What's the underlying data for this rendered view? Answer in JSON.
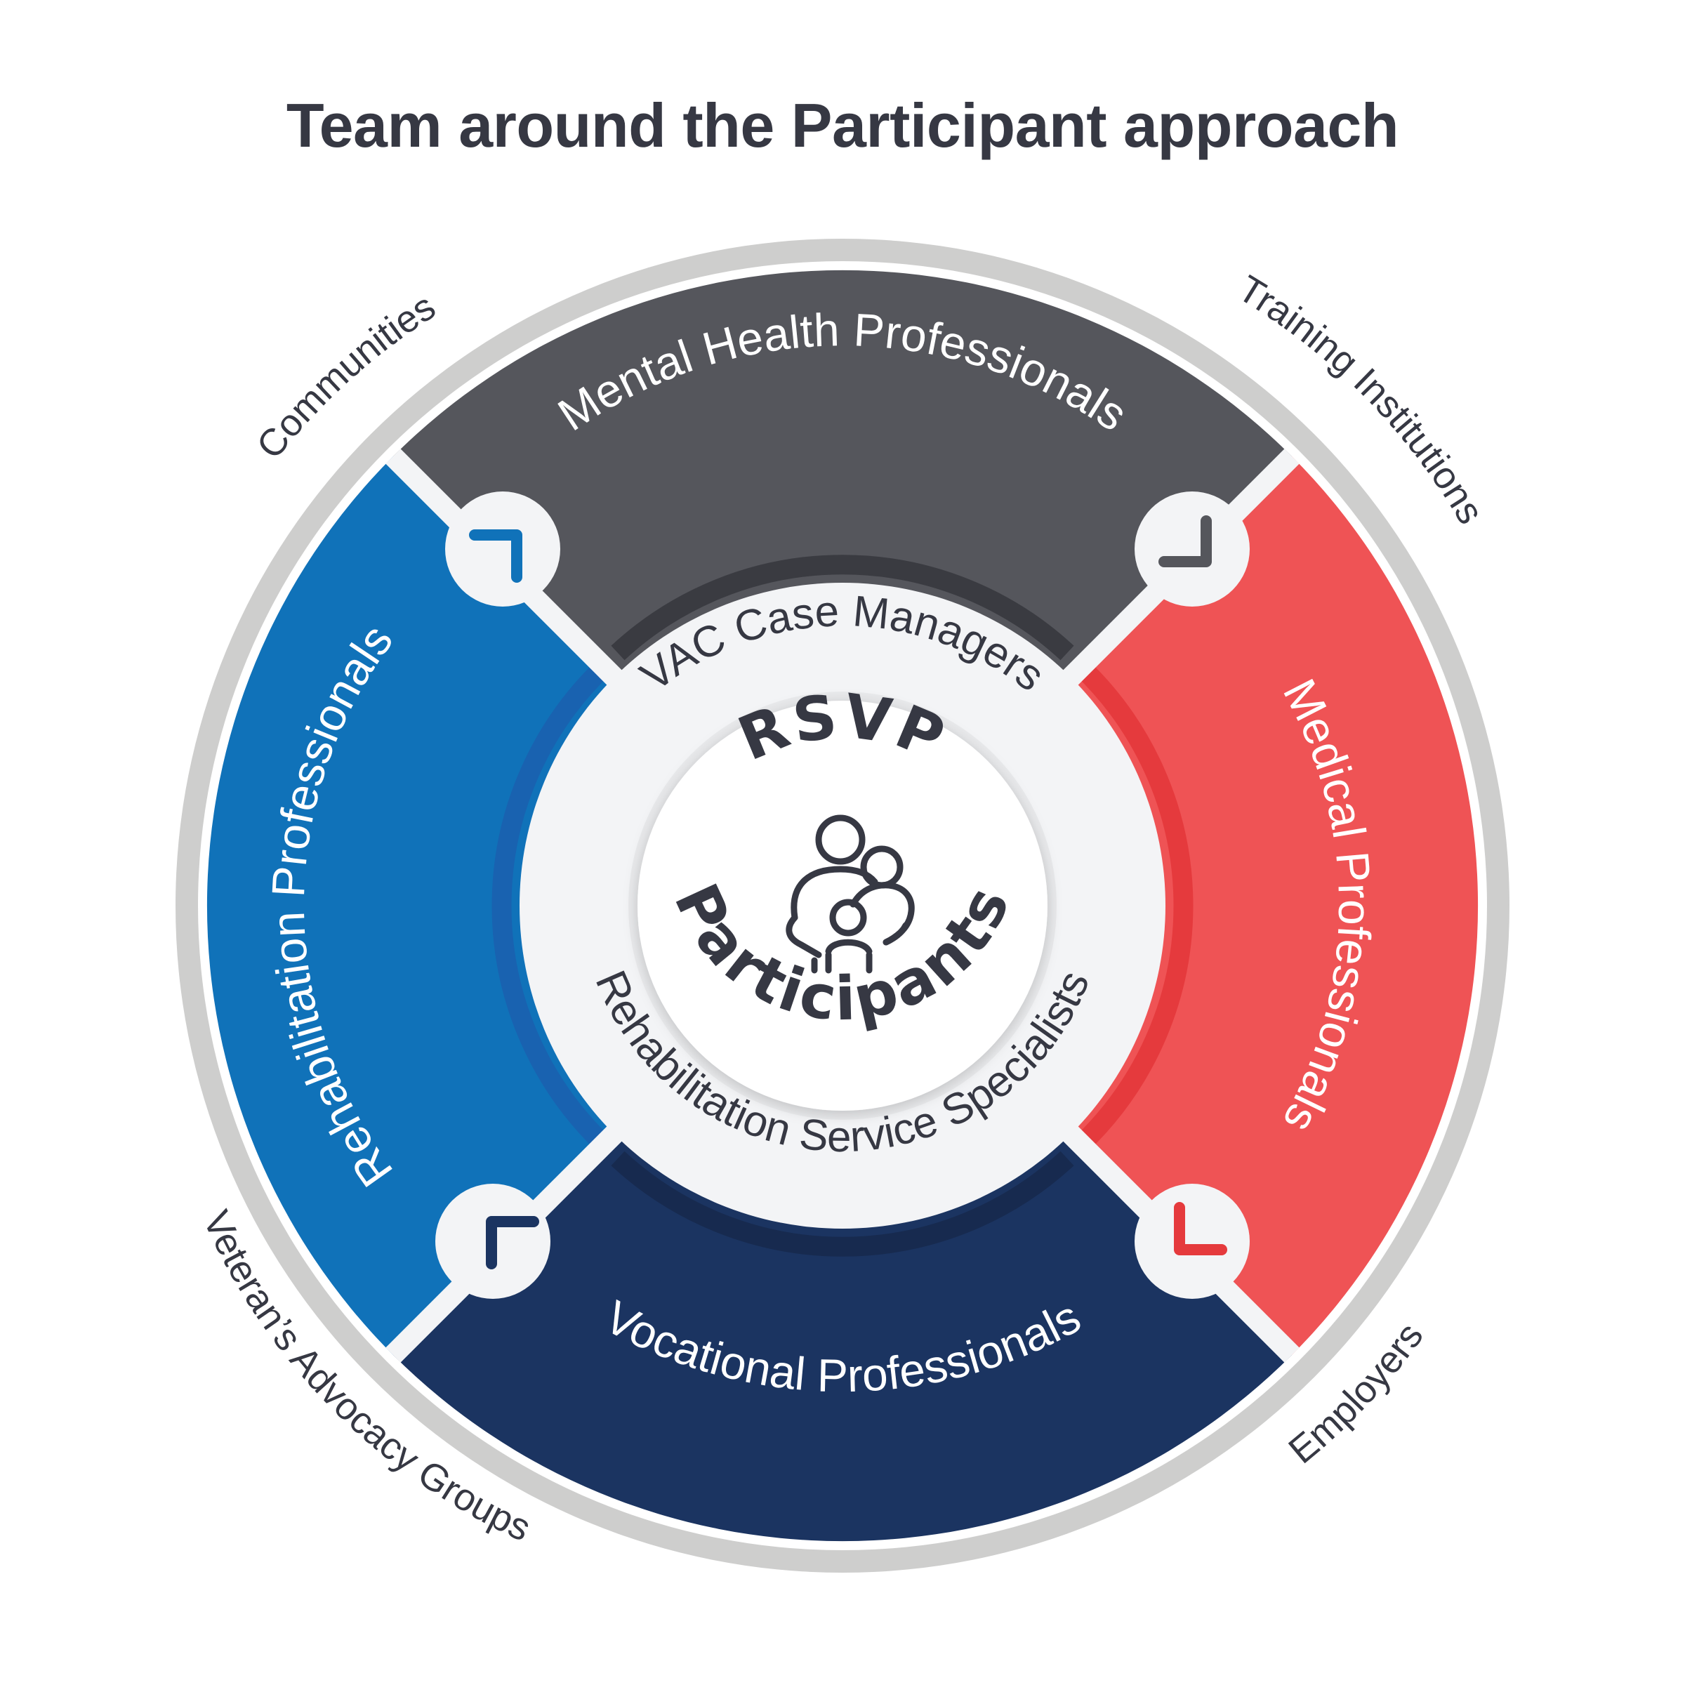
{
  "title": "Team around the Participant approach",
  "segments": {
    "top": {
      "label": "Mental Health Professionals",
      "color": "#55565c"
    },
    "right": {
      "label": "Medical Professionals",
      "color": "#ef5355"
    },
    "bottom": {
      "label": "Vocational Professionals",
      "color": "#1b3461"
    },
    "left": {
      "label": "Rehabilitation Professionals",
      "color": "#1072b9"
    }
  },
  "outer_labels": {
    "top_left": "Communities",
    "top_right": "Training Institutions",
    "bottom_left": "Veteran’s Advocacy Groups",
    "bottom_right": "Employers"
  },
  "inner_ring": {
    "top_label": "VAC Case Managers",
    "bottom_label": "Rehabilitation Service Specialists"
  },
  "core": {
    "top_label": "RSVP",
    "bottom_label": "Participants",
    "icon": "family-icon"
  },
  "colors": {
    "outer_ring": "#cececd",
    "hub": "#f3f4f6",
    "text": "#363843"
  }
}
